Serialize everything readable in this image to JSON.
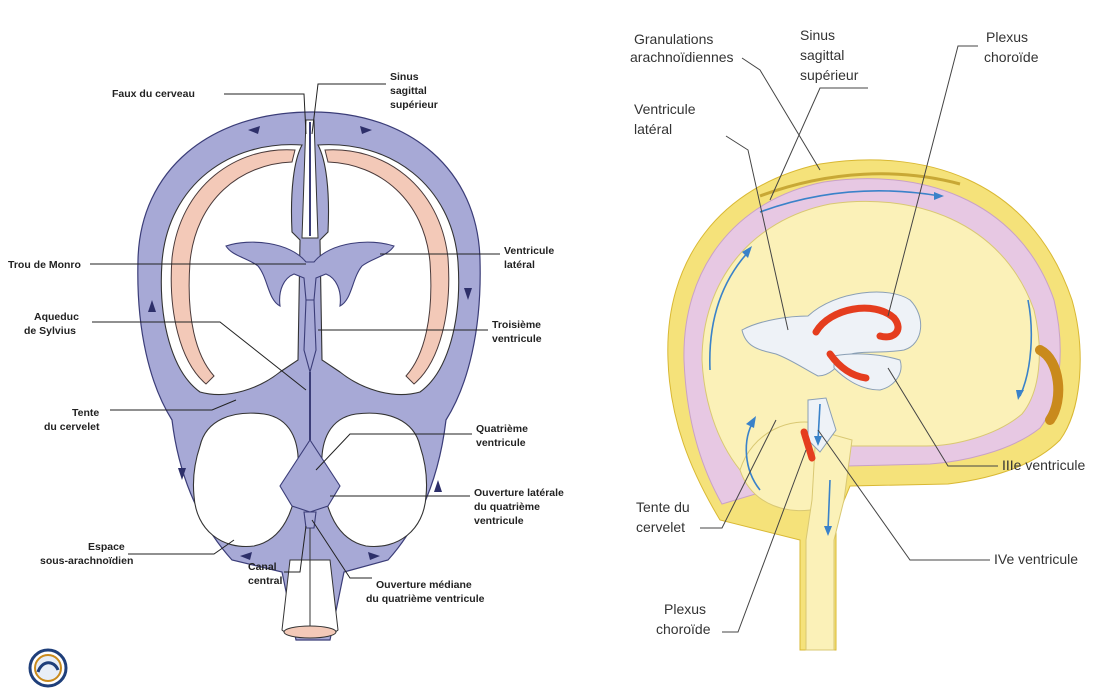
{
  "left_diagram": {
    "labels": {
      "faux": "Faux du cerveau",
      "sinus_l1": "Sinus",
      "sinus_l2": "sagittal",
      "sinus_l3": "supérieur",
      "trou": "Trou de Monro",
      "ventlat_l1": "Ventricule",
      "ventlat_l2": "latéral",
      "aqueduc_l1": "Aqueduc",
      "aqueduc_l2": "de Sylvius",
      "troisieme_l1": "Troisième",
      "troisieme_l2": "ventricule",
      "tente_l1": "Tente",
      "tente_l2": "du cervelet",
      "quatrieme_l1": "Quatrième",
      "quatrieme_l2": "ventricule",
      "ouvlat_l1": "Ouverture latérale",
      "ouvlat_l2": "du quatrième",
      "ouvlat_l3": "ventricule",
      "espace_l1": "Espace",
      "espace_l2": "sous-arachnoïdien",
      "canal_l1": "Canal",
      "canal_l2": "central",
      "ouvmed_l1": "Ouverture médiane",
      "ouvmed_l2": "du quatrième ventricule"
    }
  },
  "right_diagram": {
    "labels": {
      "granul_l1": "Granulations",
      "granul_l2": "arachnoïdiennes",
      "sinus_l1": "Sinus",
      "sinus_l2": "sagittal",
      "sinus_l3": "supérieur",
      "plexus_top_l1": "Plexus",
      "plexus_top_l2": "choroïde",
      "ventlat_l1": "Ventricule",
      "ventlat_l2": "latéral",
      "iii": "IIIe ventricule",
      "tente_l1": "Tente du",
      "tente_l2": "cervelet",
      "iv": "IVe ventricule",
      "plexus_bot_l1": "Plexus",
      "plexus_bot_l2": "choroïde"
    }
  },
  "colors": {
    "csf": "#a7a9d6",
    "cortex": "#f3c9b8",
    "brain": "#fbf1b8",
    "skin": "#f5e27a",
    "plexus": "#e53d1e",
    "flow": "#3a82c9"
  }
}
